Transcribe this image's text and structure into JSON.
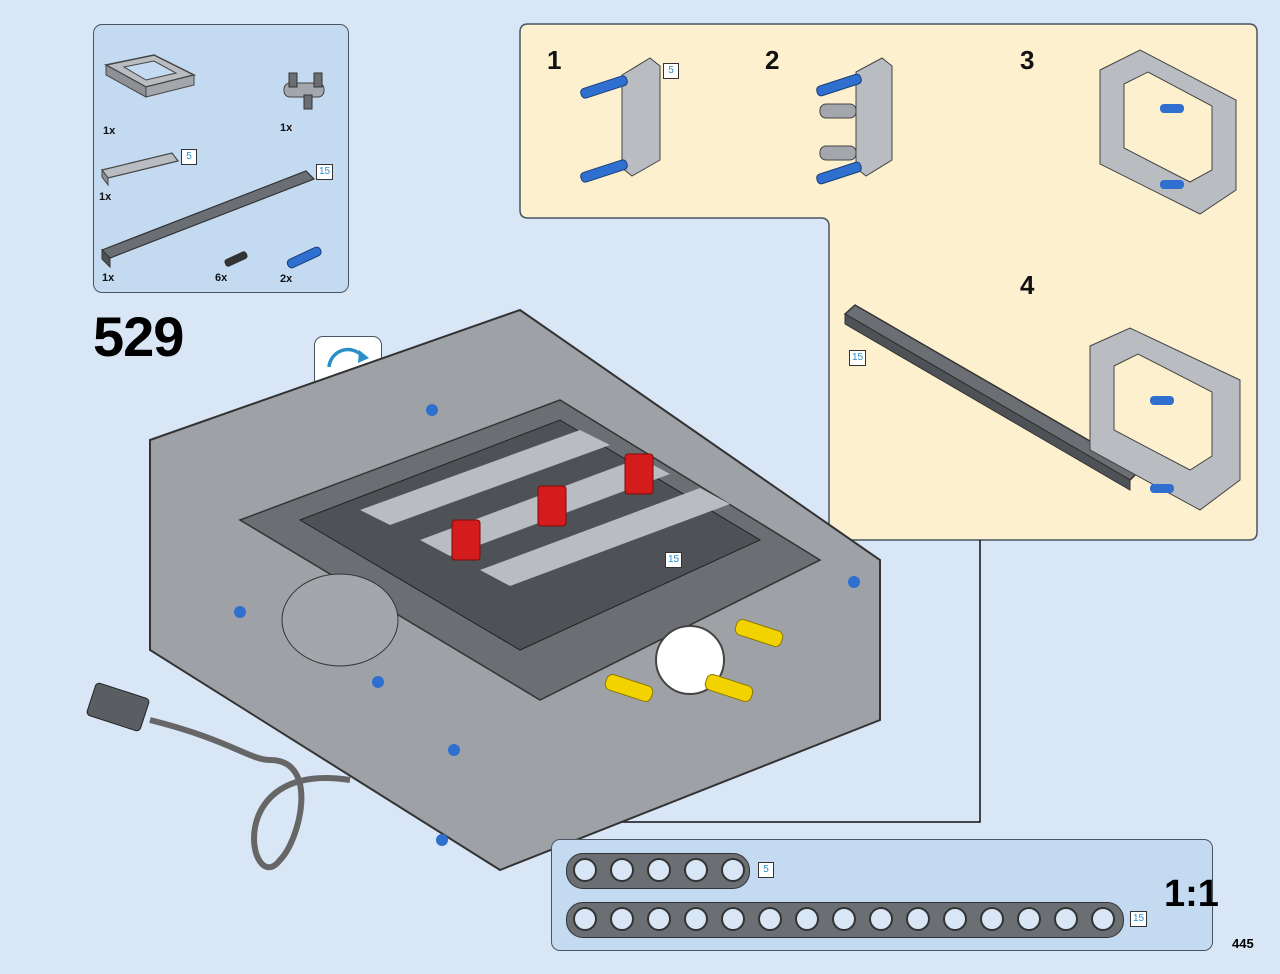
{
  "parts_list": {
    "items": [
      {
        "qty": "1x",
        "name": "frame-5x7"
      },
      {
        "qty": "1x",
        "name": "axle-connector"
      },
      {
        "qty": "1x",
        "name": "beam-5",
        "length": "5"
      },
      {
        "qty": "1x",
        "name": "beam-15",
        "length": "15"
      },
      {
        "qty": "6x",
        "name": "friction-pin-black"
      },
      {
        "qty": "2x",
        "name": "axle-pin-blue"
      }
    ]
  },
  "step": {
    "number": "529"
  },
  "rotate_icon": "rotate-model-icon",
  "sub_assembly": {
    "steps": [
      {
        "label": "1",
        "callout": "5"
      },
      {
        "label": "2"
      },
      {
        "label": "3"
      },
      {
        "label": "4",
        "callout": "15"
      }
    ]
  },
  "main_model": {
    "callout": "15"
  },
  "ruler": {
    "scale": "1:1",
    "beams": [
      {
        "holes": 5,
        "label": "5"
      },
      {
        "holes": 15,
        "label": "15"
      }
    ]
  },
  "page": {
    "number": "445"
  },
  "colors": {
    "background": "#d9e6f5",
    "parts_panel": "#c3daf0",
    "sub_assembly_panel": "#fdf0cf",
    "callout_text": "#2a8fc9",
    "pin_blue": "#2f6fd0",
    "selector_red": "#d41c1c",
    "axle_yellow": "#f2d300"
  }
}
